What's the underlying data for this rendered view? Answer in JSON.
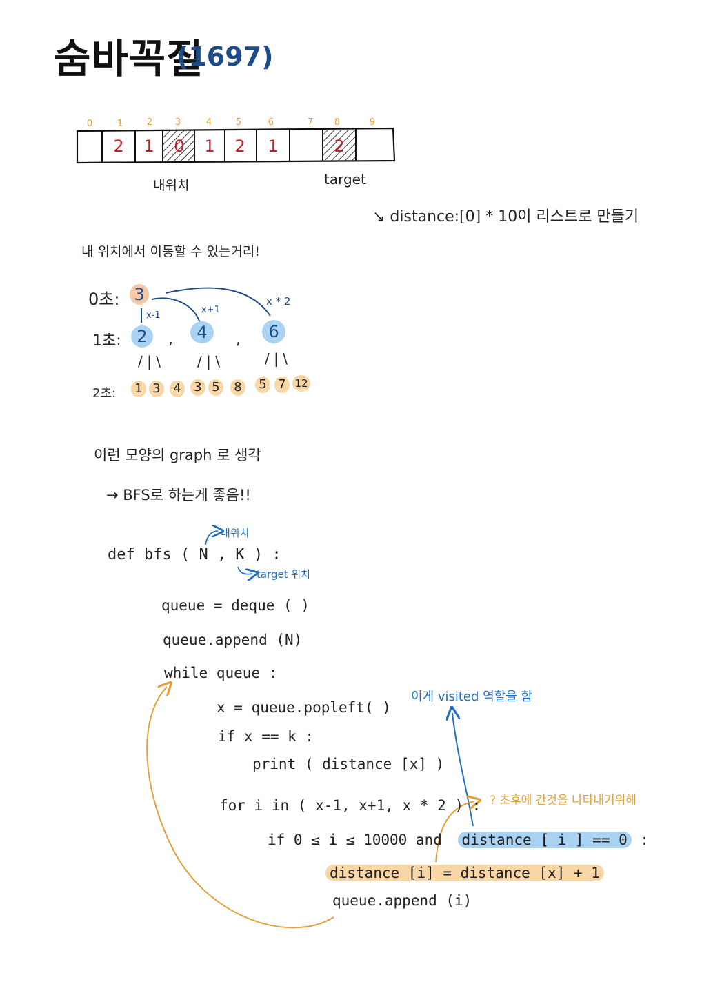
{
  "title": {
    "text": "숨바꼭질",
    "number": "(1697)"
  },
  "array": {
    "indices": [
      "0",
      "1",
      "2",
      "3",
      "4",
      "5",
      "6",
      "7",
      "8",
      "9"
    ],
    "cells": [
      "",
      "2",
      "1",
      "0",
      "1",
      "2",
      "1",
      "",
      "2",
      ""
    ],
    "my_position_label": "내위치",
    "target_label": "target"
  },
  "distance_note": "↘ distance:[0] * 10이 리스트로 만들기",
  "movable_distance_note": "내 위치에서 이동할 수 있는거리!",
  "tree": {
    "level0_label": "0초:",
    "level0_node": "3",
    "level1_label": "1초:",
    "level1_nodes": [
      "2",
      "4",
      "6"
    ],
    "level1_separators": [
      ",",
      ","
    ],
    "edge_labels": [
      "x-1",
      "x+1",
      "x * 2"
    ],
    "branch_marks": [
      "/ | \\",
      "/ | \\",
      "/ | \\"
    ],
    "level2_label": "2초:",
    "level2_nodes": [
      "1",
      "3",
      "4",
      "3",
      "5",
      "8",
      "5",
      "7",
      "12"
    ]
  },
  "graph_note": "이런 모양의 graph 로 생각",
  "bfs_note": "→ BFS로 하는게 좋음!!",
  "code": {
    "def_line": "def   bfs ( N , K )   :",
    "n_annotation": "내위치",
    "k_annotation": "target 위치",
    "line1": "queue = deque ( )",
    "line2": "queue.append (N)",
    "line3": "while  queue :",
    "line4": "x = queue.popleft( )",
    "line5": "if   x == k :",
    "line6": "print ( distance [x] )",
    "line7": "for   i   in  ( x-1,  x+1,  x * 2 ) :",
    "line8_prefix": "if    0 ≤ i ≤ 10000   and",
    "line8_highlight": "distance [ i ] == 0",
    "line8_suffix": " :",
    "line9": "distance [i] = distance [x] + 1",
    "line10": "queue.append (i)"
  },
  "annotations": {
    "visited_note": "이게 visited 역할을 함",
    "time_note": "? 초후에 간것을 나타내기위해"
  },
  "colors": {
    "blue": "#1f6fc6",
    "orange": "#e3a03a",
    "navy": "#1d4b86",
    "red": "#c8202a",
    "highlight_blue": "#a9d2f3",
    "highlight_orange": "#f8d6a6"
  }
}
